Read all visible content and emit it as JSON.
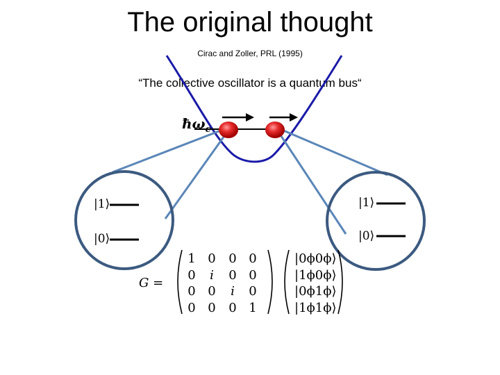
{
  "title": "The original thought",
  "citation": "Cirac and Zoller, PRL  (1995)",
  "quote": "“The collective oscillator is a quantum bus“",
  "trap_label": "ħω",
  "trap_label_sub": "c",
  "left_qubit": {
    "upper_ket": "|1⟩",
    "lower_ket": "|0⟩"
  },
  "right_qubit": {
    "upper_ket": "|1⟩",
    "lower_ket": "|0⟩"
  },
  "gate": {
    "label": "G =",
    "matrix": [
      [
        "1",
        "0",
        "0",
        "0"
      ],
      [
        "0",
        "i",
        "0",
        "0"
      ],
      [
        "0",
        "0",
        "i",
        "0"
      ],
      [
        "0",
        "0",
        "0",
        "1"
      ]
    ],
    "basis": [
      "|0ϕ0ϕ⟩",
      "|1ϕ0ϕ⟩",
      "|0ϕ1ϕ⟩",
      "|1ϕ1ϕ⟩"
    ]
  },
  "colors": {
    "trap": "#1a1aa8",
    "ion": "#dd2222",
    "connector": "#5a86b8",
    "circle": "#3c5a80"
  }
}
